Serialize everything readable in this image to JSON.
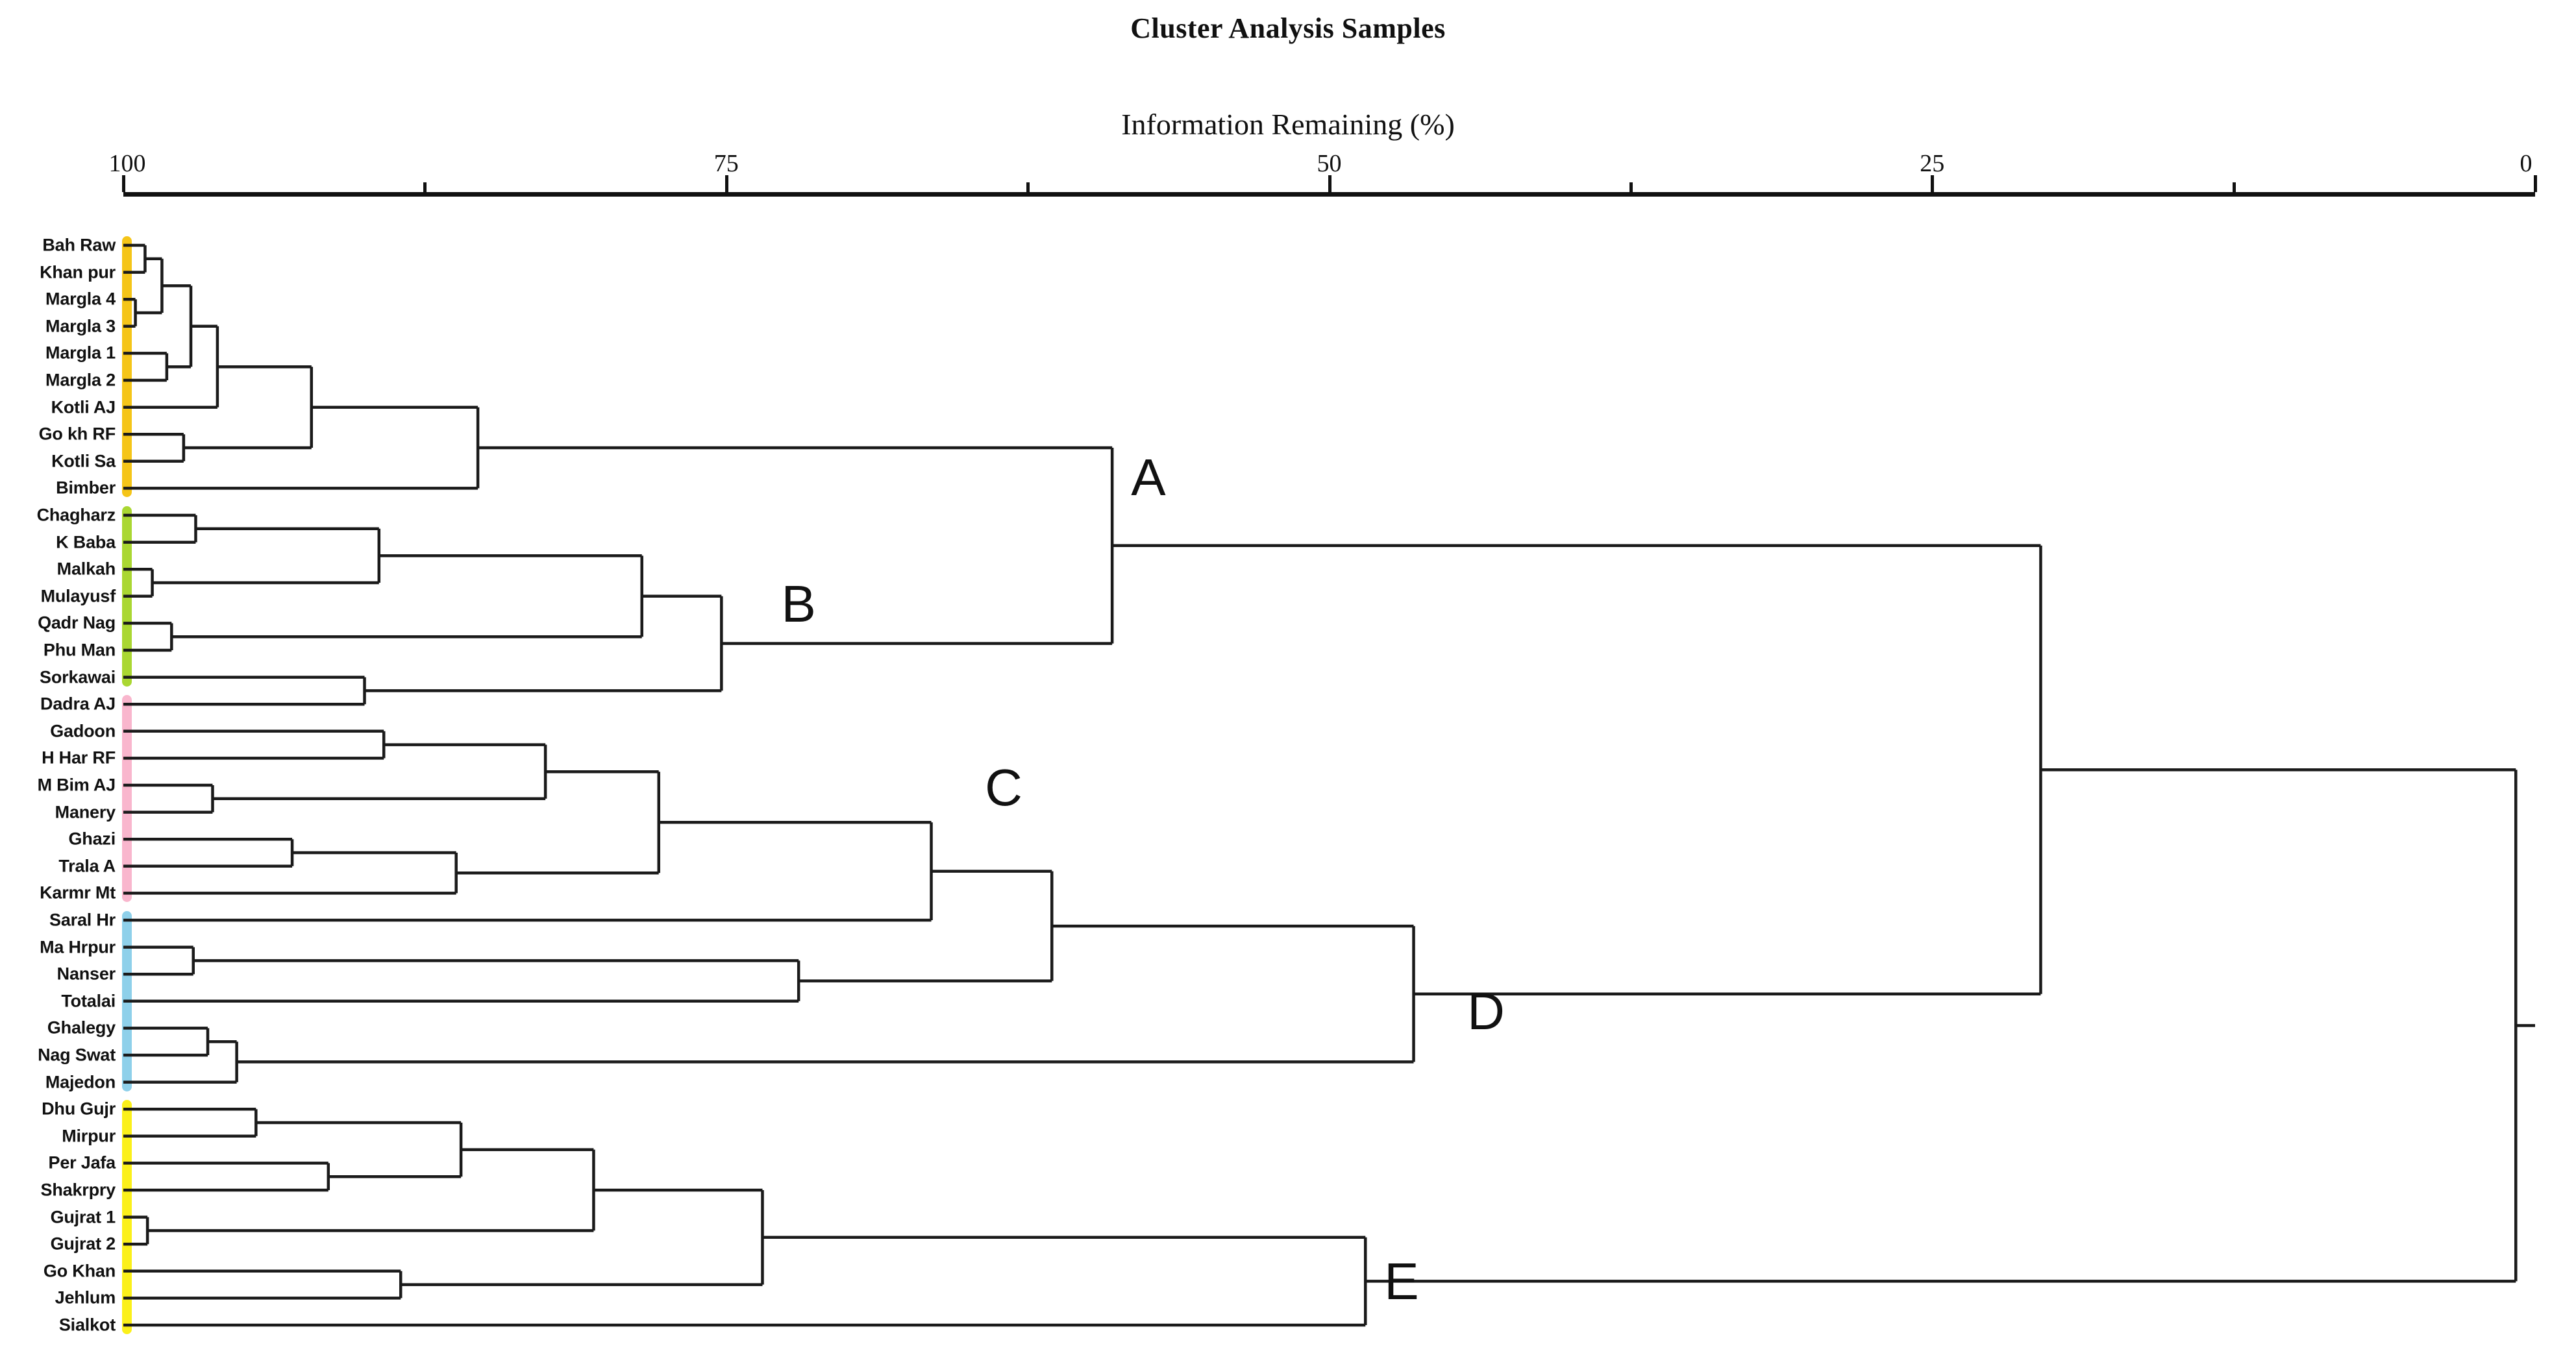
{
  "chart_data": {
    "type": "dendrogram",
    "title": "Cluster Analysis Samples",
    "xlabel": "Information Remaining (%)",
    "ylabel": "",
    "xlim": [
      100,
      0
    ],
    "grid": false,
    "legend": "none",
    "axis_ticks": [
      {
        "value": 100,
        "label": "100",
        "major": true
      },
      {
        "value": 87.5,
        "label": "",
        "major": false
      },
      {
        "value": 75,
        "label": "75",
        "major": true
      },
      {
        "value": 62.5,
        "label": "",
        "major": false
      },
      {
        "value": 50,
        "label": "50",
        "major": true
      },
      {
        "value": 37.5,
        "label": "",
        "major": false
      },
      {
        "value": 25,
        "label": "25",
        "major": true
      },
      {
        "value": 12.5,
        "label": "",
        "major": false
      },
      {
        "value": 0,
        "label": "0",
        "major": true
      }
    ],
    "clusters": [
      {
        "id": "A",
        "color": "#f5c518",
        "letter_x": 57.5,
        "letter_row": 8.6,
        "members": [
          "Bah  Raw",
          "Khan pur",
          "Margla 4",
          "Margla 3",
          "Margla 1",
          "Margla 2",
          "Kotli AJ",
          "Go kh RF",
          "Kotli Sa",
          "Bimber"
        ]
      },
      {
        "id": "B",
        "color": "#aad732",
        "letter_x": 72.0,
        "letter_row": 13.3,
        "members": [
          "Chagharz",
          "K Baba",
          "Malkah",
          "Mulayusf",
          "Qadr Nag",
          "Phu Man",
          "Sorkawai"
        ]
      },
      {
        "id": "C",
        "color": "#f9b6cd",
        "letter_x": 63.5,
        "letter_row": 20.1,
        "members": [
          "Dadra AJ",
          "Gadoon",
          "H Har RF",
          "M Bim AJ",
          "Manery",
          "Ghazi",
          "Trala  A",
          "Karmr Mt"
        ]
      },
      {
        "id": "D",
        "color": "#8ed0ea",
        "letter_x": 43.5,
        "letter_row": 28.4,
        "members": [
          "Saral Hr",
          "Ma Hrpur",
          "Nanser",
          "Totalai",
          "Ghalegy",
          "Nag Swat",
          "Majedon"
        ]
      },
      {
        "id": "E",
        "color": "#fbf01a",
        "letter_x": 47.0,
        "letter_row": 38.4,
        "members": [
          "Dhu Gujr",
          "Mirpur",
          "Per Jafa",
          "Shakrpry",
          "Gujrat 1",
          "Gujrat 2",
          "Go Khan",
          "Jehlum",
          "Sialkot"
        ]
      }
    ],
    "leaves": [
      "Bah  Raw",
      "Khan pur",
      "Margla 4",
      "Margla 3",
      "Margla 1",
      "Margla 2",
      "Kotli AJ",
      "Go kh RF",
      "Kotli Sa",
      "Bimber",
      "Chagharz",
      "K Baba",
      "Malkah",
      "Mulayusf",
      "Qadr Nag",
      "Phu Man",
      "Sorkawai",
      "Dadra AJ",
      "Gadoon",
      "H Har RF",
      "M Bim AJ",
      "Manery",
      "Ghazi",
      "Trala  A",
      "Karmr Mt",
      "Saral Hr",
      "Ma Hrpur",
      "Nanser",
      "Totalai",
      "Ghalegy",
      "Nag Swat",
      "Majedon",
      "Dhu Gujr",
      "Mirpur",
      "Per Jafa",
      "Shakrpry",
      "Gujrat 1",
      "Gujrat 2",
      "Go Khan",
      "Jehlum",
      "Sialkot"
    ],
    "merges": [
      {
        "left": {
          "leaf": 0
        },
        "right": {
          "leaf": 1
        },
        "height": 99.1,
        "id": "m1"
      },
      {
        "left": {
          "leaf": 2
        },
        "right": {
          "leaf": 3
        },
        "height": 99.5,
        "id": "m2"
      },
      {
        "left": {
          "node": "m1"
        },
        "right": {
          "node": "m2"
        },
        "height": 98.4,
        "id": "m3"
      },
      {
        "left": {
          "leaf": 4
        },
        "right": {
          "leaf": 5
        },
        "height": 98.2,
        "id": "m4"
      },
      {
        "left": {
          "node": "m3"
        },
        "right": {
          "node": "m4"
        },
        "height": 97.2,
        "id": "m5"
      },
      {
        "left": {
          "node": "m5"
        },
        "right": {
          "leaf": 6
        },
        "height": 96.1,
        "id": "m6"
      },
      {
        "left": {
          "leaf": 7
        },
        "right": {
          "leaf": 8
        },
        "height": 97.5,
        "id": "m7"
      },
      {
        "left": {
          "node": "m6"
        },
        "right": {
          "node": "m7"
        },
        "height": 92.2,
        "id": "m8"
      },
      {
        "left": {
          "node": "m8"
        },
        "right": {
          "leaf": 9
        },
        "height": 85.3,
        "id": "A"
      },
      {
        "left": {
          "leaf": 10
        },
        "right": {
          "leaf": 11
        },
        "height": 97.0,
        "id": "m10"
      },
      {
        "left": {
          "leaf": 12
        },
        "right": {
          "leaf": 13
        },
        "height": 98.8,
        "id": "m11"
      },
      {
        "left": {
          "node": "m10"
        },
        "right": {
          "node": "m11"
        },
        "height": 89.4,
        "id": "m12"
      },
      {
        "left": {
          "leaf": 14
        },
        "right": {
          "leaf": 15
        },
        "height": 98.0,
        "id": "m13"
      },
      {
        "left": {
          "node": "m12"
        },
        "right": {
          "node": "m13"
        },
        "height": 78.5,
        "id": "m14"
      },
      {
        "left": {
          "leaf": 16
        },
        "right": {
          "leaf": 17
        },
        "height": 90.0,
        "id": "m15"
      },
      {
        "left": {
          "node": "m14"
        },
        "right": {
          "node": "m15"
        },
        "height": 75.2,
        "id": "B"
      },
      {
        "left": {
          "node": "A"
        },
        "right": {
          "node": "B"
        },
        "height": 59.0,
        "id": "AB"
      },
      {
        "left": {
          "leaf": 18
        },
        "right": {
          "leaf": 19
        },
        "height": 89.2,
        "id": "m18"
      },
      {
        "left": {
          "leaf": 20
        },
        "right": {
          "leaf": 21
        },
        "height": 96.3,
        "id": "m19"
      },
      {
        "left": {
          "node": "m18"
        },
        "right": {
          "node": "m19"
        },
        "height": 82.5,
        "id": "m20"
      },
      {
        "left": {
          "leaf": 22
        },
        "right": {
          "leaf": 23
        },
        "height": 93.0,
        "id": "m21"
      },
      {
        "left": {
          "node": "m21"
        },
        "right": {
          "leaf": 24
        },
        "height": 86.2,
        "id": "m22"
      },
      {
        "left": {
          "node": "m20"
        },
        "right": {
          "node": "m22"
        },
        "height": 77.8,
        "id": "m23"
      },
      {
        "left": {
          "node": "m23"
        },
        "right": {
          "leaf": 25
        },
        "height": 66.5,
        "id": "C"
      },
      {
        "left": {
          "leaf": 26
        },
        "right": {
          "leaf": 27
        },
        "height": 97.1,
        "id": "m25"
      },
      {
        "left": {
          "node": "m25"
        },
        "right": {
          "leaf": 28
        },
        "height": 72.0,
        "id": "m26"
      },
      {
        "left": {
          "leaf": 29
        },
        "right": {
          "leaf": 30
        },
        "height": 96.5,
        "id": "m27"
      },
      {
        "left": {
          "node": "m27"
        },
        "right": {
          "leaf": 31
        },
        "height": 95.3,
        "id": "m28"
      },
      {
        "left": {
          "node": "C"
        },
        "right": {
          "node": "m26"
        },
        "height": 61.5,
        "id": "m29"
      },
      {
        "left": {
          "node": "m29"
        },
        "right": {
          "node": "m28"
        },
        "height": 46.5,
        "id": "D"
      },
      {
        "left": {
          "node": "AB"
        },
        "right": {
          "node": "D"
        },
        "height": 20.5,
        "id": "ABCD"
      },
      {
        "left": {
          "leaf": 32
        },
        "right": {
          "leaf": 33
        },
        "height": 94.5,
        "id": "m32"
      },
      {
        "left": {
          "leaf": 34
        },
        "right": {
          "leaf": 35
        },
        "height": 91.5,
        "id": "m33"
      },
      {
        "left": {
          "node": "m32"
        },
        "right": {
          "node": "m33"
        },
        "height": 86.0,
        "id": "m34"
      },
      {
        "left": {
          "leaf": 36
        },
        "right": {
          "leaf": 37
        },
        "height": 99.0,
        "id": "m35"
      },
      {
        "left": {
          "node": "m34"
        },
        "right": {
          "node": "m35"
        },
        "height": 80.5,
        "id": "m36"
      },
      {
        "left": {
          "leaf": 38
        },
        "right": {
          "leaf": 39
        },
        "height": 88.5,
        "id": "m37"
      },
      {
        "left": {
          "node": "m36"
        },
        "right": {
          "node": "m37"
        },
        "height": 73.5,
        "id": "m38"
      },
      {
        "left": {
          "node": "m38"
        },
        "right": {
          "leaf": 40
        },
        "height": 48.5,
        "id": "E"
      },
      {
        "left": {
          "node": "ABCD"
        },
        "right": {
          "node": "E"
        },
        "height": 0.8,
        "id": "ROOT"
      }
    ]
  },
  "geometry": {
    "axis_x_left": 190,
    "axis_x_right": 3905,
    "axis_y": 299,
    "first_row_y": 378,
    "row_step": 41.6
  }
}
